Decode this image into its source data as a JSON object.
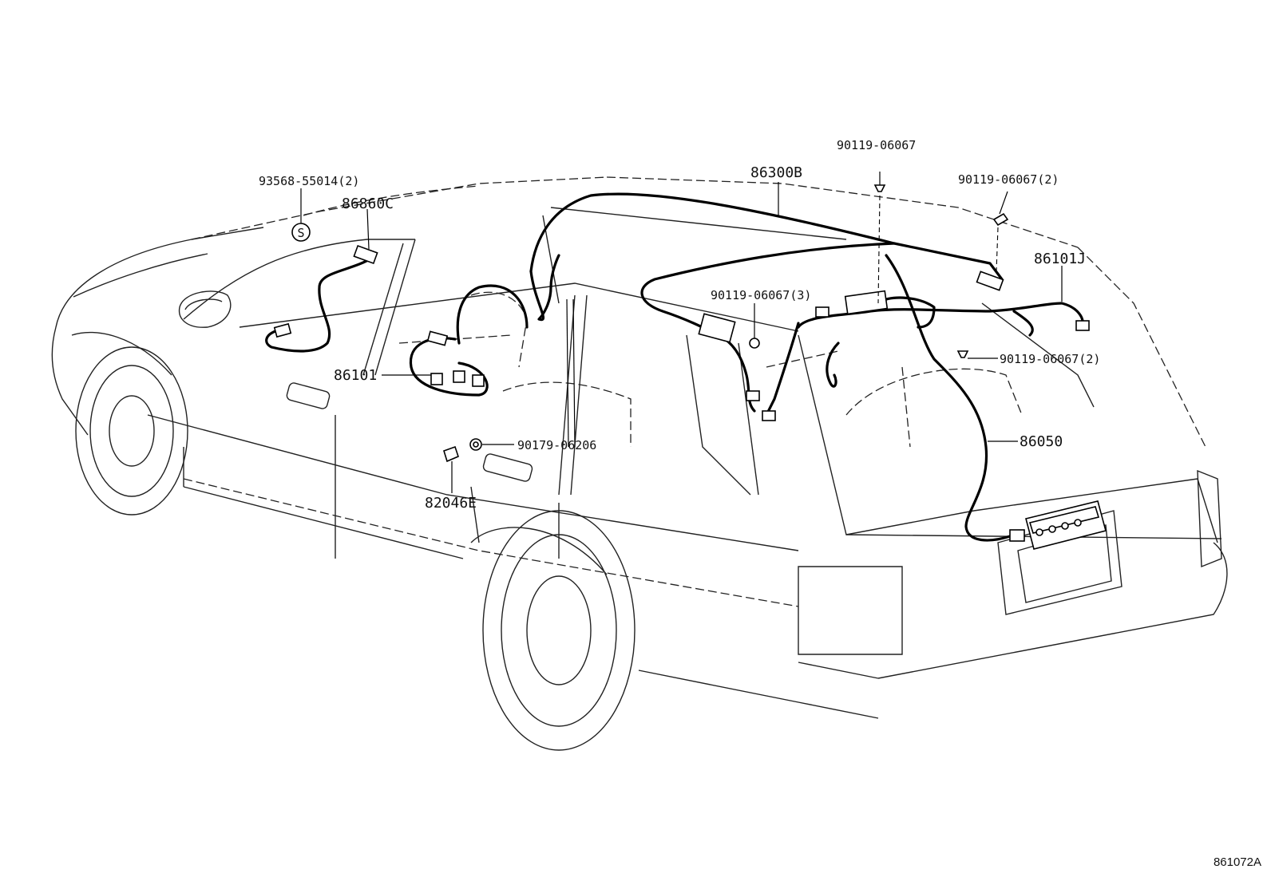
{
  "diagram": {
    "callouts": {
      "p93568": "93568-55014(2)",
      "p86860c": "86860C",
      "p86300b": "86300B",
      "p90119_top": "90119-06067",
      "p90119_topright": "90119-06067(2)",
      "p86101j": "86101J",
      "p90119_three": "90119-06067(3)",
      "p90119_right": "90119-06067(2)",
      "p86101": "86101",
      "p86050": "86050",
      "p90179": "90179-06206",
      "p82046e": "82046E",
      "s_symbol": "S"
    },
    "figure_id": "861072A"
  }
}
